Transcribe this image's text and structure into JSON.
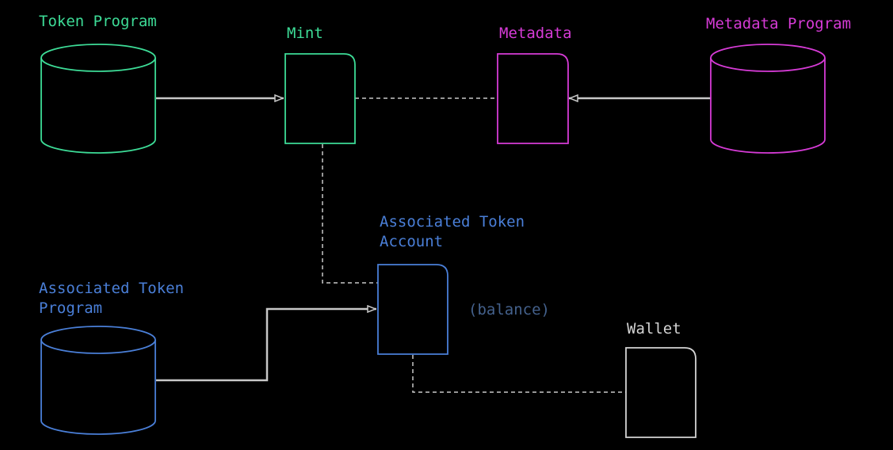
{
  "colors": {
    "background": "#000000",
    "token": "#3ddc97",
    "metadata": "#d63bd6",
    "associated": "#4a7fd8",
    "neutral": "#d4d4d4",
    "balance": "#44618c",
    "connector": "#c8c8c8"
  },
  "labels": {
    "token_program": "Token Program",
    "mint": "Mint",
    "metadata": "Metadata",
    "metadata_program": "Metadata Program",
    "ata_line1": "Associated Token",
    "ata_line2": "Account",
    "atp_line1": "Associated Token",
    "atp_line2": "Program",
    "balance": "(balance)",
    "wallet": "Wallet"
  },
  "icons": {
    "program": "database-cylinder-icon",
    "account": "document-icon"
  }
}
